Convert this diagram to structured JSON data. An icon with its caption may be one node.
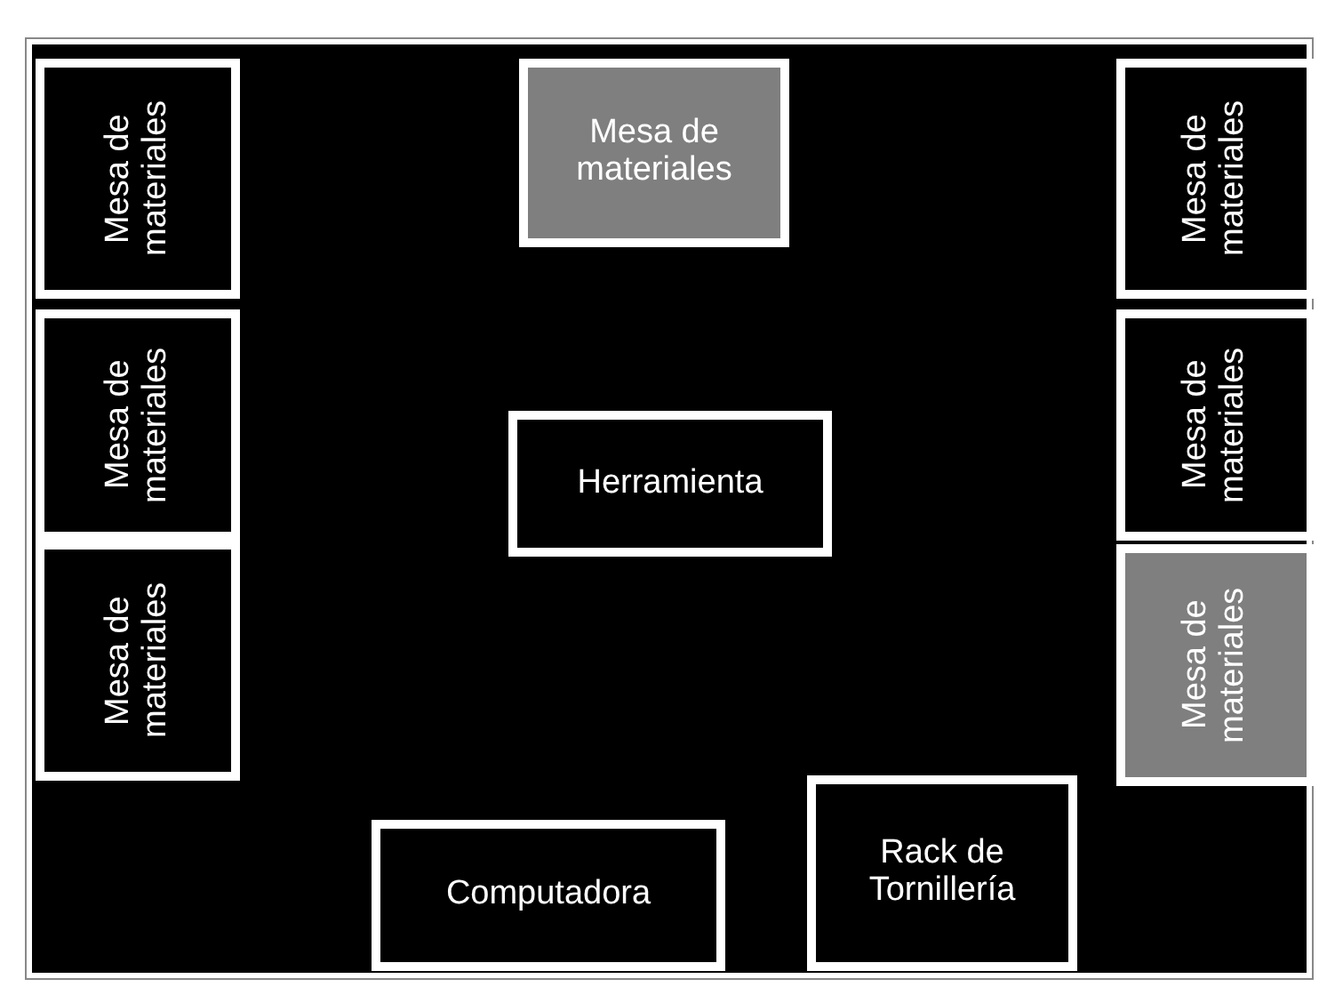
{
  "diagram": {
    "nodes": [
      {
        "text": [
          "Mesa de materiales"
        ]
      },
      {
        "text": [
          "Mesa de materiales"
        ]
      },
      {
        "text": [
          "Mesa de materiales"
        ]
      },
      {
        "text": [
          "Mesa de materiales"
        ]
      },
      {
        "text": [
          "Herramienta"
        ]
      },
      {
        "text": [
          "Mesa de materiales"
        ]
      },
      {
        "text": [
          "Mesa de materiales"
        ]
      },
      {
        "text": [
          "Mesa de materiales"
        ]
      },
      {
        "text": [
          "Computadora"
        ]
      },
      {
        "text": [
          "Rack de Tornillería"
        ]
      }
    ],
    "edges": []
  }
}
